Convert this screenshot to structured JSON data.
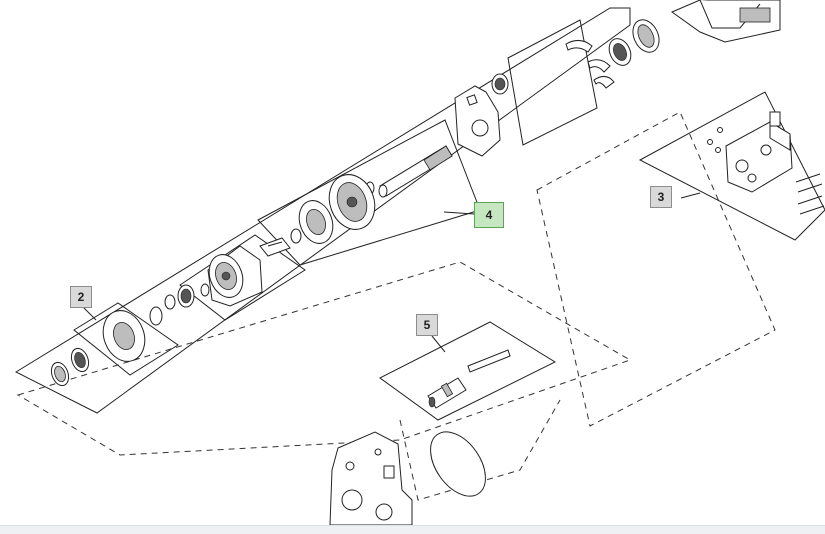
{
  "callouts": [
    {
      "label": "2",
      "active": false
    },
    {
      "label": "3",
      "active": false
    },
    {
      "label": "4",
      "active": true
    },
    {
      "label": "5",
      "active": false
    }
  ],
  "colors": {
    "callout_fill": "#d9d9d9",
    "callout_active_fill": "#c6e6c0",
    "callout_active_border": "#5fa156",
    "line": "#222222"
  }
}
